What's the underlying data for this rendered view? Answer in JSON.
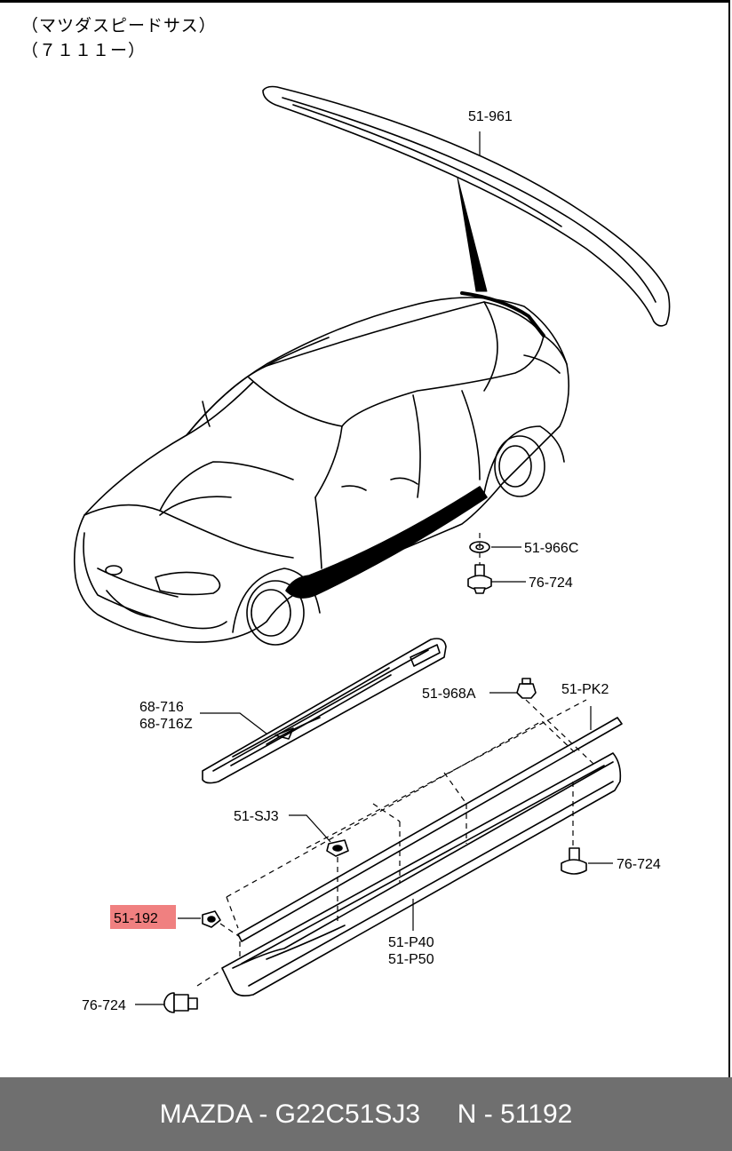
{
  "header": {
    "line1": "（マツダスピードサス）",
    "line2": "（７１１１ー）"
  },
  "labels": {
    "p51_961": "51-961",
    "p51_966C": "51-966C",
    "p76_724_a": "76-724",
    "p51_968A": "51-968A",
    "p51_PK2": "51-PK2",
    "p68_716": "68-716",
    "p68_716Z": "68-716Z",
    "p51_SJ3": "51-SJ3",
    "p76_724_b": "76-724",
    "p51_192": "51-192",
    "p51_P40": "51-P40",
    "p51_P50": "51-P50",
    "p76_724_c": "76-724"
  },
  "highlight_color": "#f08080",
  "footer": {
    "brand_part": "MAZDA - G22C51SJ3",
    "number": "N - 51192"
  }
}
